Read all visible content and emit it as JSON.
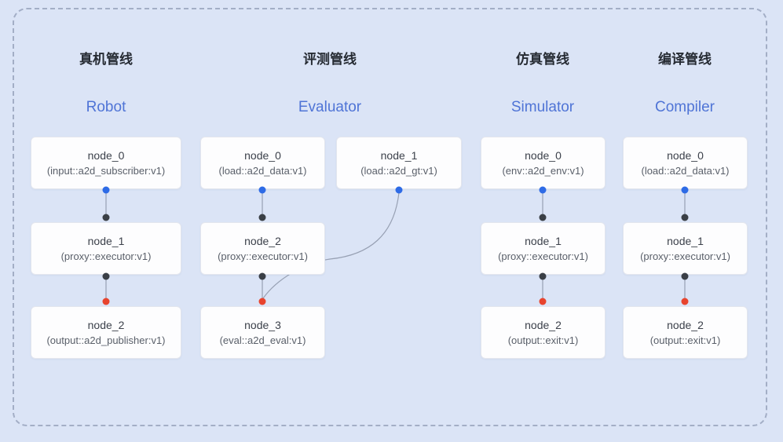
{
  "pipelines": [
    {
      "title_cn": "真机管线",
      "title_en": "Robot",
      "nodes": [
        {
          "name": "node_0",
          "type": "(input::a2d_subscriber:v1)"
        },
        {
          "name": "node_1",
          "type": "(proxy::executor:v1)"
        },
        {
          "name": "node_2",
          "type": "(output::a2d_publisher:v1)"
        }
      ]
    },
    {
      "title_cn": "评测管线",
      "title_en": "Evaluator",
      "nodes": [
        {
          "name": "node_0",
          "type": "(load::a2d_data:v1)"
        },
        {
          "name": "node_1",
          "type": "(load::a2d_gt:v1)"
        },
        {
          "name": "node_2",
          "type": "(proxy::executor:v1)"
        },
        {
          "name": "node_3",
          "type": "(eval::a2d_eval:v1)"
        }
      ]
    },
    {
      "title_cn": "仿真管线",
      "title_en": "Simulator",
      "nodes": [
        {
          "name": "node_0",
          "type": "(env::a2d_env:v1)"
        },
        {
          "name": "node_1",
          "type": "(proxy::executor:v1)"
        },
        {
          "name": "node_2",
          "type": "(output::exit:v1)"
        }
      ]
    },
    {
      "title_cn": "编译管线",
      "title_en": "Compiler",
      "nodes": [
        {
          "name": "node_0",
          "type": "(load::a2d_data:v1)"
        },
        {
          "name": "node_1",
          "type": "(proxy::executor:v1)"
        },
        {
          "name": "node_2",
          "type": "(output::exit:v1)"
        }
      ]
    }
  ],
  "colors": {
    "background": "#dbe4f6",
    "dashed_border": "#a3aec6",
    "title_en_blue": "#4f74d6",
    "dot_blue": "#2e6be6",
    "dot_black": "#3a3f46",
    "dot_red": "#e8442e",
    "edge_line": "#97a0b3"
  }
}
